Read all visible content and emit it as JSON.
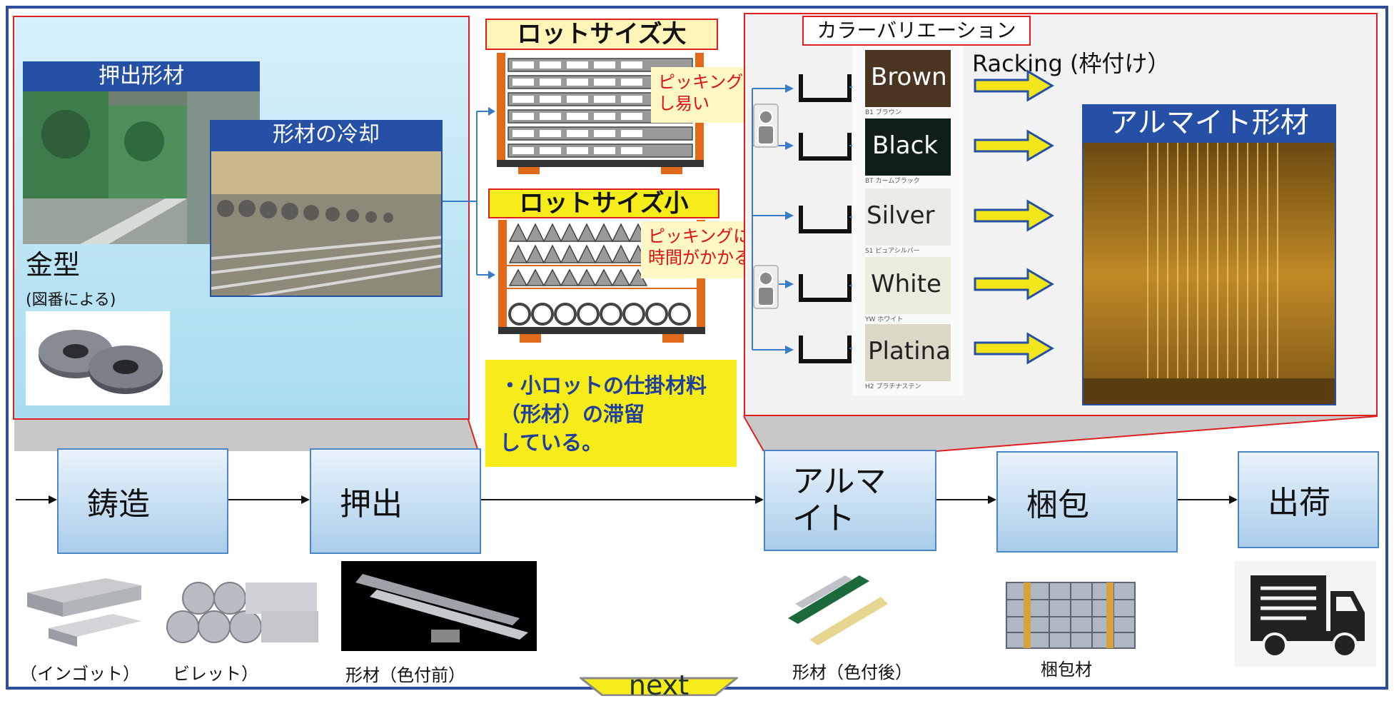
{
  "left_panel": {
    "extrusion_header": "押出形材",
    "cooling_header": "形材の冷却",
    "die_label": "金型",
    "die_sub": "(図番による)"
  },
  "lot_large": {
    "title": "ロットサイズ大",
    "callout_line1": "ピッキング",
    "callout_line2": "し易い"
  },
  "lot_small": {
    "title": "ロットサイズ小",
    "callout_line1": "ピッキングに",
    "callout_line2": "時間がかかる"
  },
  "note": {
    "line1": "・小ロットの仕掛材料",
    "line2": "（形材）の滞留",
    "line3": "している。"
  },
  "color_panel": {
    "title": "カラーバリエーション",
    "racking": "Racking (枠付け）",
    "anodized_header": "アルマイト形材",
    "swatches": [
      {
        "name": "Brown",
        "code": "B1 ブラウン",
        "color": "#4a3422",
        "text_color": "#ffffff"
      },
      {
        "name": "Black",
        "code": "BT カームブラック",
        "color": "#0f1f18",
        "text_color": "#ffffff"
      },
      {
        "name": "Silver",
        "code": "S1 ピュアシルバー",
        "color": "#e9ebe4",
        "text_color": "#222222"
      },
      {
        "name": "White",
        "code": "YW ホワイト",
        "color": "#ececdf",
        "text_color": "#222222"
      },
      {
        "name": "Platina",
        "code": "H2 プラチナステン",
        "color": "#dcd8c8",
        "text_color": "#222222"
      }
    ]
  },
  "process": {
    "steps": [
      "鋳造",
      "押出",
      "アルマイト",
      "梱包",
      "出荷"
    ]
  },
  "captions": {
    "ingot": "（インゴット）",
    "billet": "ビレット）",
    "profile_before": "形材（色付前）",
    "profile_after": "形材（色付後）",
    "packed": "梱包材"
  },
  "next_label": "next"
}
